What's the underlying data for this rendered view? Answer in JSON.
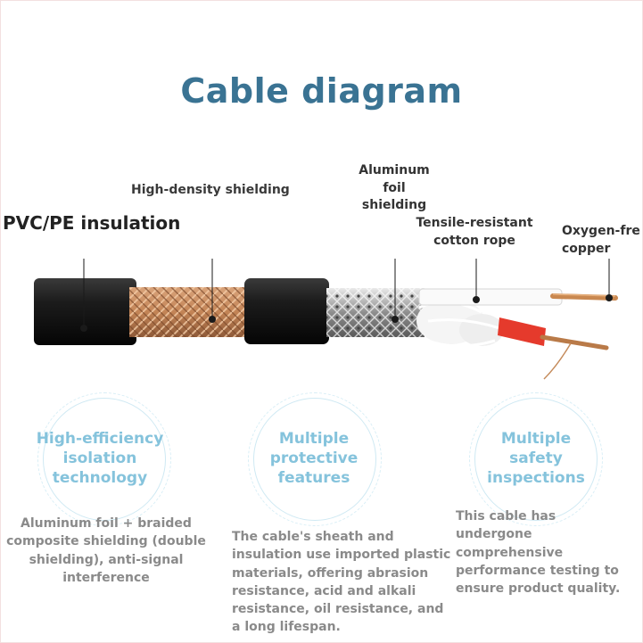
{
  "title": "Cable diagram",
  "labels": {
    "pvc": "PVC/PE insulation",
    "high_density": "High-density shielding",
    "aluminum_foil": "Aluminum\nfoil\nshielding",
    "tensile": "Tensile-resistant\ncotton rope",
    "oxygen": "Oxygen-fre\ncopper"
  },
  "features": [
    {
      "title": "High-efficiency\nisolation\ntechnology",
      "description": "Aluminum foil + braided composite shielding (double shielding), anti-signal interference"
    },
    {
      "title": "Multiple\nprotective\nfeatures",
      "description": "The cable's sheath and insulation use imported plastic materials, offering abrasion resistance, acid and alkali resistance, oil resistance, and a long lifespan."
    },
    {
      "title": "Multiple\nsafety\ninspections",
      "description": "This cable has undergone comprehensive performance testing to ensure product quality."
    }
  ],
  "colors": {
    "title": "#3a7393",
    "circle_text": "#85c3dc",
    "description": "#8a8a8a",
    "jacket": "#151515",
    "braid": "#c98a5e",
    "foil": "#a9a9a9"
  }
}
